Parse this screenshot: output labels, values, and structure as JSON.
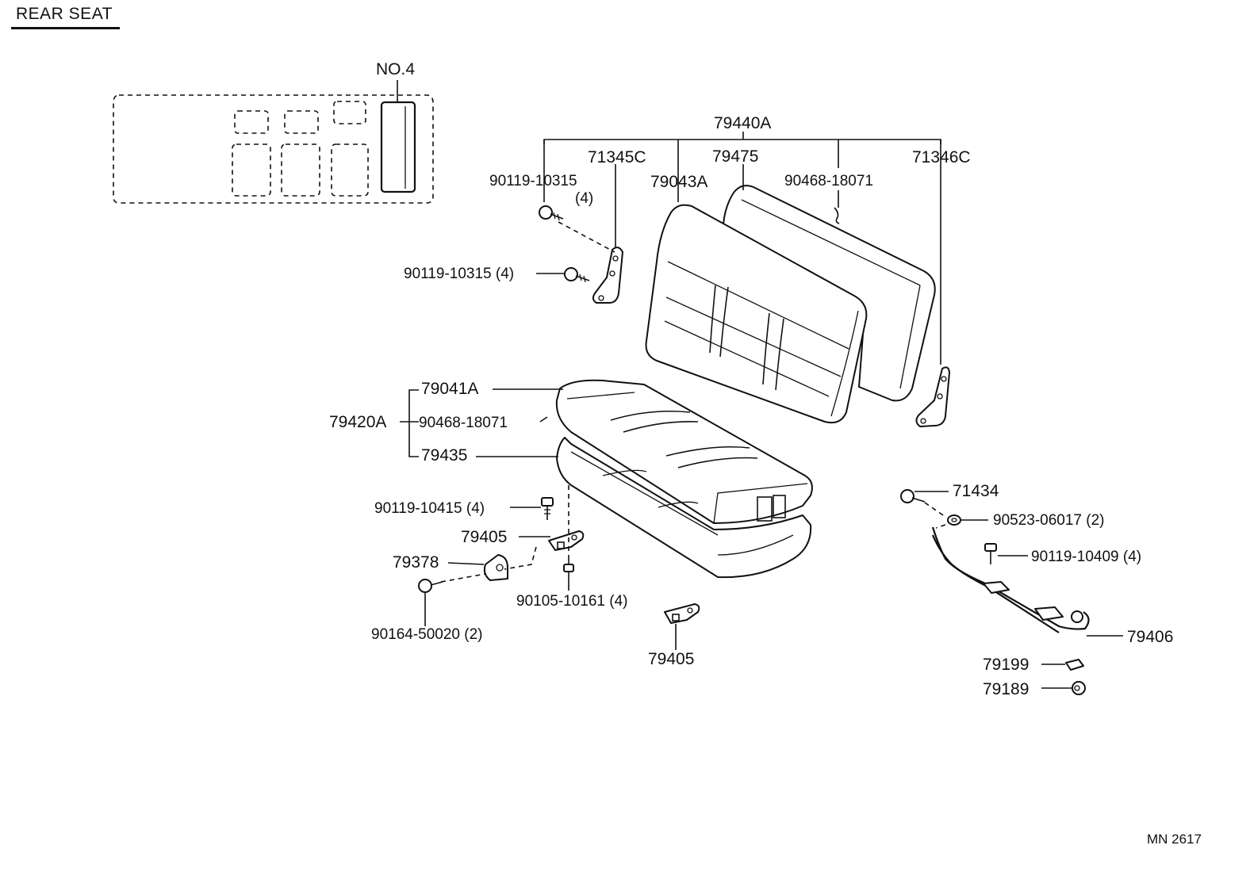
{
  "title": "REAR SEAT",
  "code": "MN 2617",
  "seat_position_label": "NO.4",
  "labels": {
    "backrest_assy": "79440A",
    "bracket_left": "71345C",
    "backrest_frame": "79475",
    "bracket_right": "71346C",
    "bolt_upper": "90119-10315",
    "bolt_upper_qty": "(4)",
    "backrest_cover": "79043A",
    "hog_ring_upper": "90468-18071",
    "bolt_side": "90119-10315 (4)",
    "cushion_cover": "79041A",
    "cushion_assy": "79420A",
    "hog_ring_lower": "90468-18071",
    "cushion_pad": "79435",
    "bolt_cushion": "90119-10415 (4)",
    "hinge_upper": "79405",
    "striker": "79378",
    "bolt_hinge": "90105-10161 (4)",
    "screw_striker": "90164-50020 (2)",
    "hinge_lower": "79405",
    "bolt_rod": "71434",
    "washer": "90523-06017 (2)",
    "bolt_rod_lower": "90119-10409 (4)",
    "lock_rod": "79406",
    "clip": "79199",
    "bushing": "79189"
  }
}
